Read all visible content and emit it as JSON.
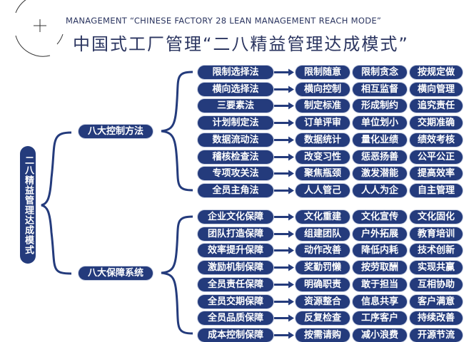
{
  "header": {
    "subtitle_en": "MANAGEMENT  “CHINESE FACTORY 28  LEAN  MANAGEMENT REACH MODE”",
    "title_cn": "中国式工厂管理“二八精益管理达成模式”"
  },
  "root_label": "二八精益管理达成模式",
  "colors": {
    "pill": "#243b7c",
    "text": "#2b3560"
  },
  "groups": [
    {
      "label": "八大控制方法",
      "rows": [
        {
          "method": "限制选择法",
          "results": [
            "限制随意",
            "限制贪念",
            "按规定做"
          ]
        },
        {
          "method": "横向选择法",
          "results": [
            "横向控制",
            "相互监督",
            "横向管理"
          ]
        },
        {
          "method": "三要素法",
          "results": [
            "制定标准",
            "形成制约",
            "追究责任"
          ]
        },
        {
          "method": "计划制定法",
          "results": [
            "订单评审",
            "单位划小",
            "交期准确"
          ]
        },
        {
          "method": "数据流动法",
          "results": [
            "数据统计",
            "量化业绩",
            "绩效考核"
          ]
        },
        {
          "method": "稽核检查法",
          "results": [
            "改变习性",
            "惩恶扬善",
            "公平公正"
          ]
        },
        {
          "method": "专项攻关法",
          "results": [
            "聚焦瓶颈",
            "激发潜能",
            "提高效率"
          ]
        },
        {
          "method": "全员主角法",
          "results": [
            "人人管己",
            "人人为企",
            "自主管理"
          ]
        }
      ]
    },
    {
      "label": "八大保障系统",
      "rows": [
        {
          "method": "企业文化保障",
          "results": [
            "文化重建",
            "文化宣传",
            "文化固化"
          ]
        },
        {
          "method": "团队打造保障",
          "results": [
            "组建团队",
            "户外拓展",
            "教育培训"
          ]
        },
        {
          "method": "效率提升保障",
          "results": [
            "动作改善",
            "降低内耗",
            "技术创新"
          ]
        },
        {
          "method": "激励机制保障",
          "results": [
            "奖勤罚懒",
            "按劳取酬",
            "实现共赢"
          ]
        },
        {
          "method": "全员责任保障",
          "results": [
            "明确职责",
            "敢于担当",
            "互相协助"
          ]
        },
        {
          "method": "全员交期保障",
          "results": [
            "资源整合",
            "信息共享",
            "客户满意"
          ]
        },
        {
          "method": "全员品质保障",
          "results": [
            "反复检查",
            "工序客户",
            "持续改善"
          ]
        },
        {
          "method": "成本控制保障",
          "results": [
            "按需请购",
            "减小浪费",
            "开源节流"
          ]
        }
      ]
    }
  ]
}
